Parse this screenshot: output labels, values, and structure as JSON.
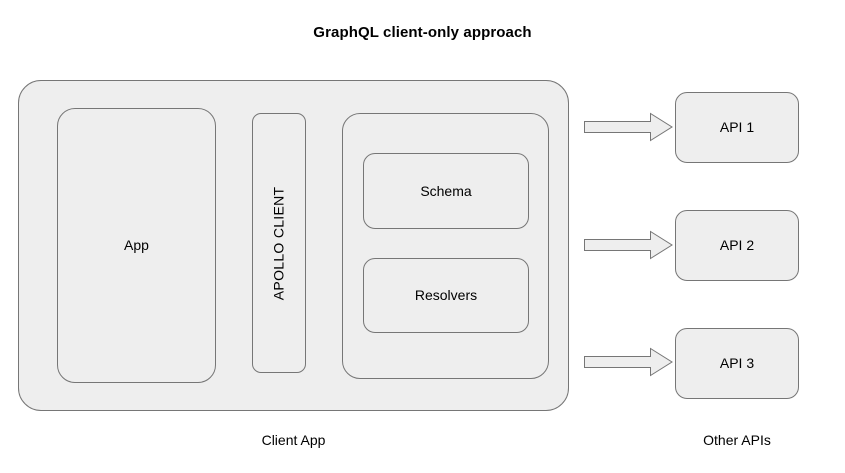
{
  "title": "GraphQL client-only approach",
  "client_app": {
    "caption": "Client App",
    "app_label": "App",
    "apollo_client_label": "APOLLO CLIENT",
    "graphql_server": {
      "schema_label": "Schema",
      "resolvers_label": "Resolvers"
    }
  },
  "other_apis": {
    "caption": "Other APIs",
    "items": [
      {
        "label": "API 1"
      },
      {
        "label": "API 2"
      },
      {
        "label": "API 3"
      }
    ]
  },
  "arrows": [
    {
      "name": "arrow-to-api-1"
    },
    {
      "name": "arrow-to-api-2"
    },
    {
      "name": "arrow-to-api-3"
    }
  ],
  "colors": {
    "box_fill": "#eeeeee",
    "box_stroke": "#767676",
    "text": "#000000",
    "background": "#ffffff"
  }
}
